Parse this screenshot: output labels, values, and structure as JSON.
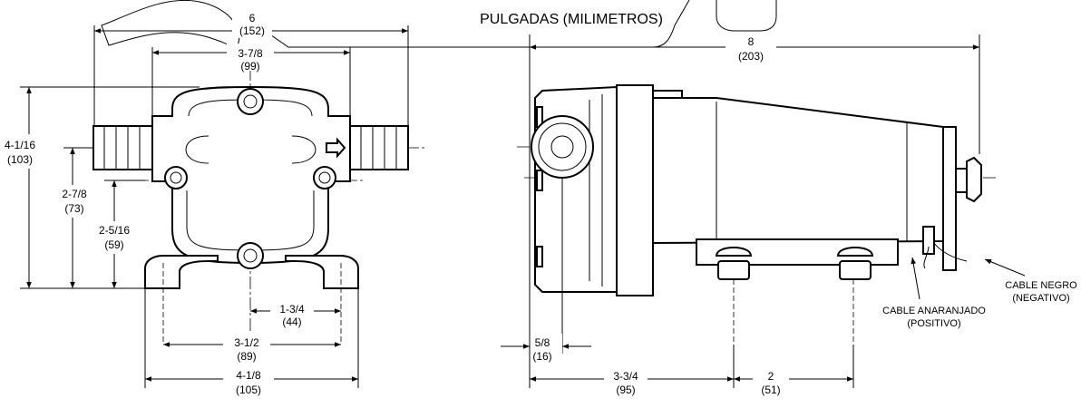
{
  "drawing": {
    "units_title": "PULGADAS (MILIMETROS)",
    "front_view": {
      "overall_width": {
        "in": "6",
        "mm": "(152)"
      },
      "port_spacing": {
        "in": "3-7/8",
        "mm": "(99)"
      },
      "overall_height": {
        "in": "4-1/16",
        "mm": "(103)"
      },
      "port_height": {
        "in": "2-7/8",
        "mm": "(73)"
      },
      "mount_height": {
        "in": "2-5/16",
        "mm": "(59)"
      },
      "hole_offset": {
        "in": "1-3/4",
        "mm": "(44)"
      },
      "hole_spacing": {
        "in": "3-1/2",
        "mm": "(89)"
      },
      "base_width": {
        "in": "4-1/8",
        "mm": "(105)"
      }
    },
    "side_view": {
      "overall_length": {
        "in": "8",
        "mm": "(203)"
      },
      "port_offset": {
        "in": "5/8",
        "mm": "(16)"
      },
      "mount_offset": {
        "in": "3-3/4",
        "mm": "(95)"
      },
      "mount_spacing": {
        "in": "2",
        "mm": "(51)"
      },
      "wire_orange": {
        "line1": "CABLE ANARANJADO",
        "line2": "(POSITIVO)"
      },
      "wire_black": {
        "line1": "CABLE NEGRO",
        "line2": "(NEGATIVO)"
      }
    }
  }
}
